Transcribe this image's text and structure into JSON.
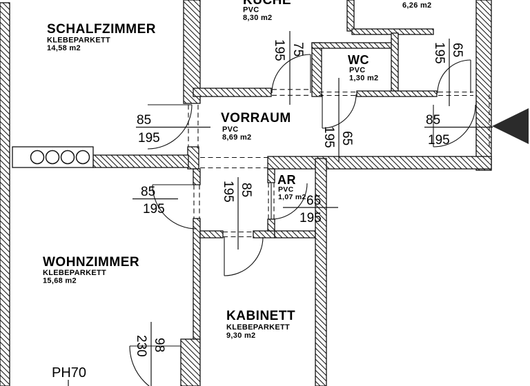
{
  "plan": {
    "rooms": {
      "schlafzimmer": {
        "name": "SCHALFZIMMER",
        "floor": "KLEBEPARKETT",
        "area": "14,58 m2"
      },
      "kueche": {
        "name": "KÜCHE",
        "floor": "PVC",
        "area": "8,30 m2"
      },
      "bad": {
        "area": "6,26 m2"
      },
      "wc": {
        "name": "WC",
        "floor": "PVC",
        "area": "1,30 m2"
      },
      "vorraum": {
        "name": "VORRAUM",
        "floor": "PVC",
        "area": "8,69 m2"
      },
      "ar": {
        "name": "AR",
        "floor": "PVC",
        "area": "1,07 m2"
      },
      "wohnzimmer": {
        "name": "WOHNZIMMER",
        "floor": "KLEBEPARKETT",
        "area": "15,68 m2"
      },
      "kabinett": {
        "name": "KABINETT",
        "floor": "KLEBEPARKETT",
        "area": "9,30 m2"
      }
    },
    "doors": {
      "schlafzimmer": {
        "width": "85",
        "height": "195"
      },
      "wohnzimmer": {
        "width": "85",
        "height": "195"
      },
      "entrance": {
        "width": "85",
        "height": "195"
      },
      "kueche": {
        "width": "75",
        "height": "195"
      },
      "wc": {
        "width": "65",
        "height": "195"
      },
      "bad": {
        "width": "65",
        "height": "195"
      },
      "ar": {
        "width": "65",
        "height": "195"
      },
      "kabinett": {
        "width": "85",
        "height": "195"
      },
      "wohnzimmer_kabinett": {
        "width": "98",
        "height": "230"
      }
    },
    "annotations": {
      "parapet": "PH70"
    },
    "colors": {
      "line": "#111111",
      "background": "#ffffff",
      "arrow": "#2b2b2b"
    }
  }
}
